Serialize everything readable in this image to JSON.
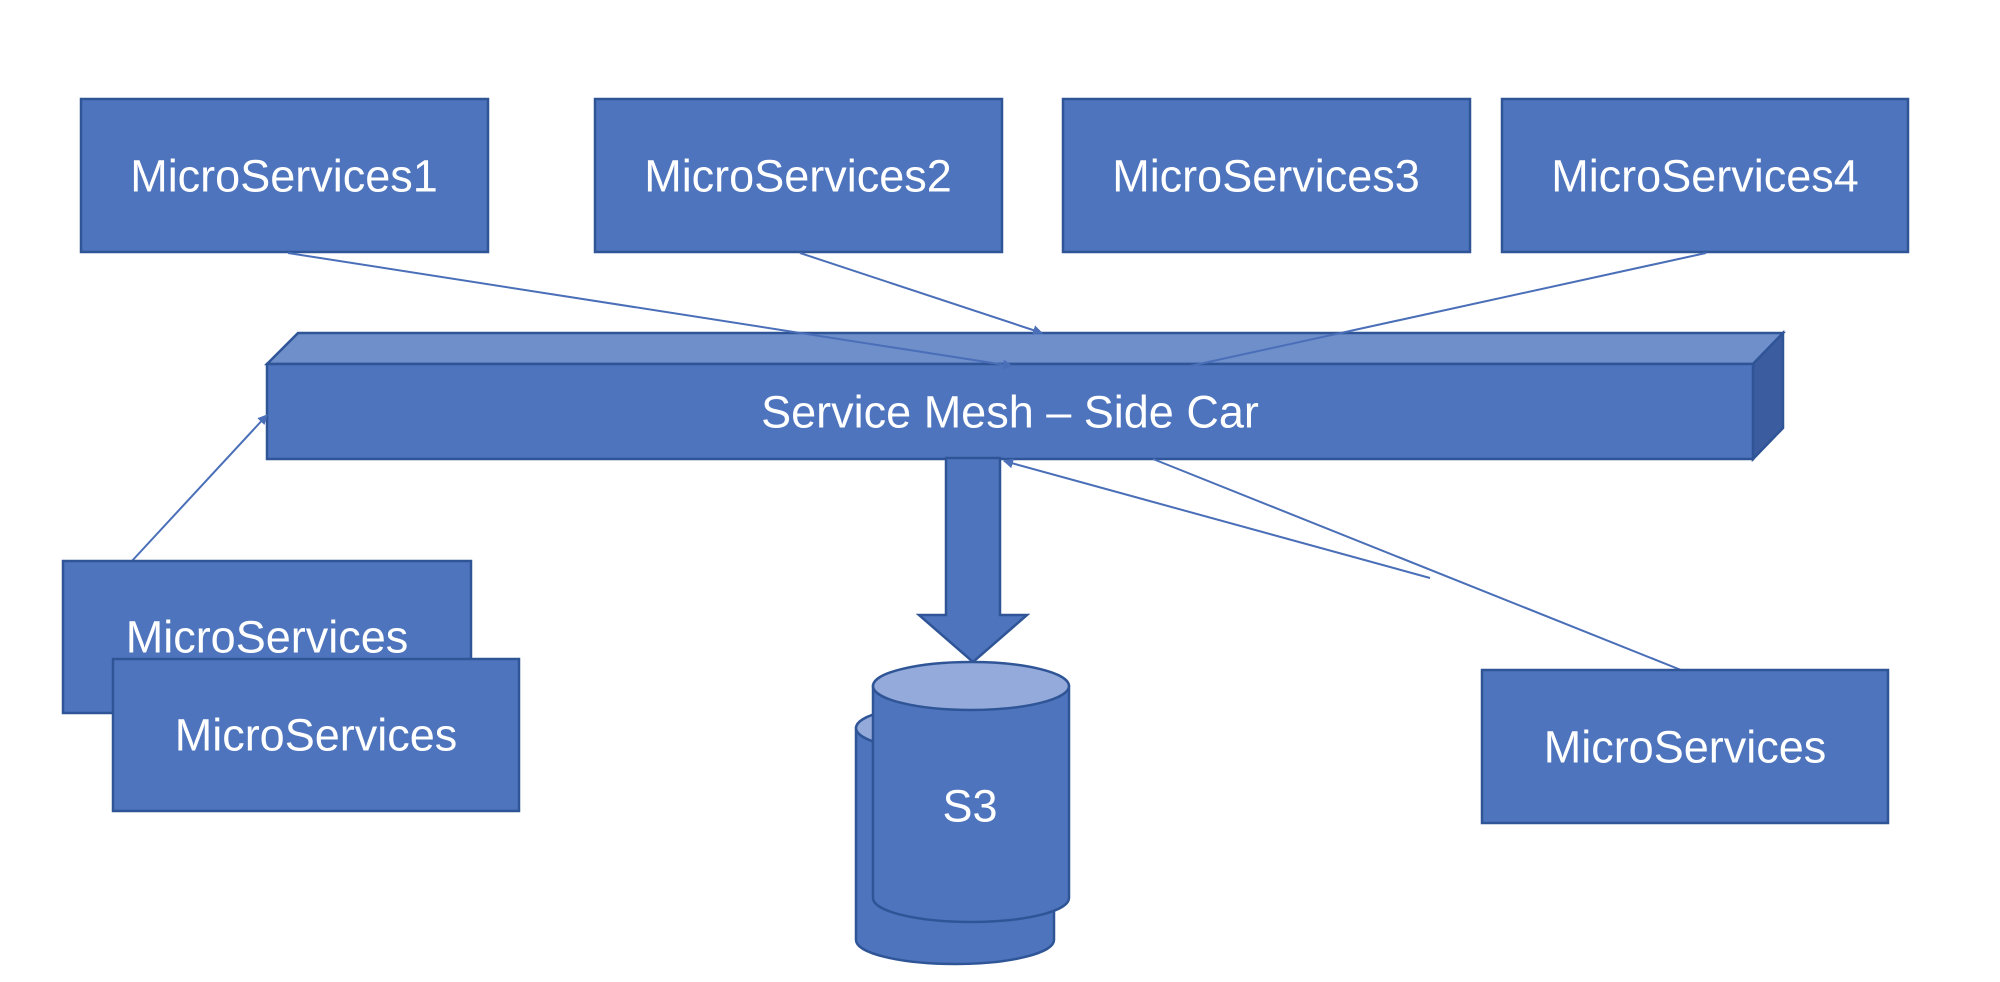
{
  "diagram": {
    "top_services": [
      {
        "label": "MicroServices1"
      },
      {
        "label": "MicroServices2"
      },
      {
        "label": "MicroServices3"
      },
      {
        "label": "MicroServices4"
      }
    ],
    "service_mesh": {
      "label": "Service Mesh – Side Car"
    },
    "left_service_back": {
      "label": "MicroServices"
    },
    "left_service_front": {
      "label": "MicroServices"
    },
    "right_service": {
      "label": "MicroServices"
    },
    "storage": {
      "label": "S3"
    }
  },
  "colors": {
    "box_fill": "#4e74be",
    "box_stroke": "#2f5597",
    "mesh_top_face": "#6f8fcb",
    "mesh_side_face": "#3b5c9e",
    "cylinder_top": "#93aadb",
    "label_text": "#ffffff",
    "connector": "#4a6fb8"
  }
}
